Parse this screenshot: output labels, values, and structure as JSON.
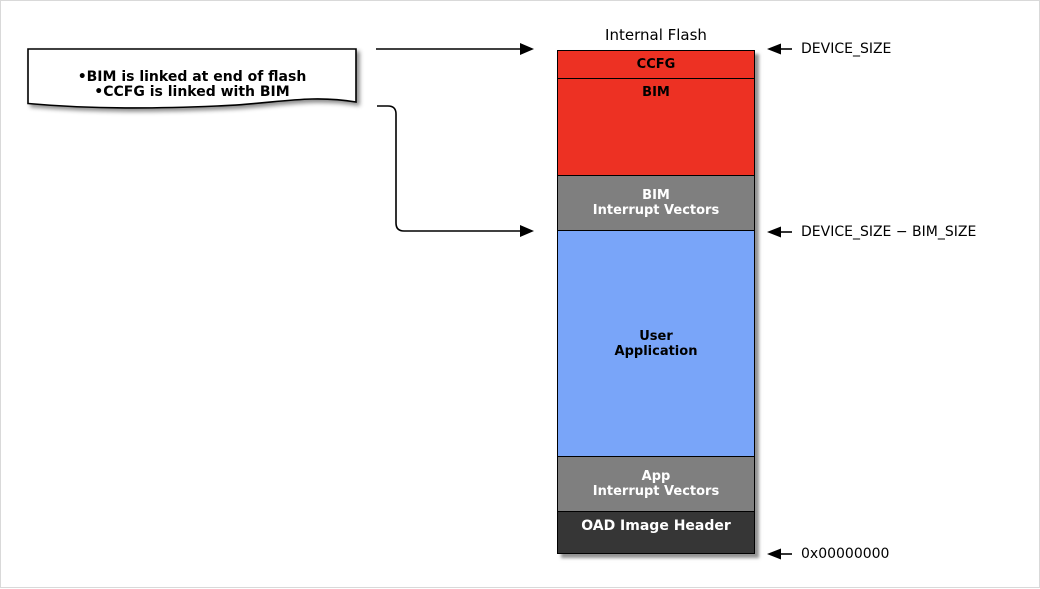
{
  "note": {
    "lines": [
      "•BIM is linked at end of flash",
      "•CCFG is linked with BIM"
    ]
  },
  "flash": {
    "title": "Internal Flash",
    "sections": [
      {
        "name": "ccfg",
        "label": "CCFG",
        "color": "#ed3123",
        "text_color": "#000000"
      },
      {
        "name": "bim",
        "label": "BIM",
        "color": "#ed3123",
        "text_color": "#000000"
      },
      {
        "name": "bim-interrupt-vectors",
        "line1": "BIM",
        "line2": "Interrupt Vectors",
        "color": "#7f7f7f",
        "text_color": "#ffffff"
      },
      {
        "name": "user-application",
        "line1": "User",
        "line2": "Application",
        "color": "#79a5f9",
        "text_color": "#000000"
      },
      {
        "name": "app-interrupt-vectors",
        "line1": "App",
        "line2": "Interrupt Vectors",
        "color": "#7f7f7f",
        "text_color": "#ffffff"
      },
      {
        "name": "oad-image-header",
        "label": "OAD Image Header",
        "color": "#363636",
        "text_color": "#ffffff"
      }
    ]
  },
  "annotations": [
    {
      "label": "DEVICE_SIZE"
    },
    {
      "label": "DEVICE_SIZE − BIM_SIZE"
    },
    {
      "label": "0x00000000"
    }
  ],
  "colors": {
    "red": "#ed3123",
    "gray": "#7f7f7f",
    "blue": "#79a5f9",
    "dark": "#363636",
    "line": "#000000",
    "background": "#ffffff"
  }
}
